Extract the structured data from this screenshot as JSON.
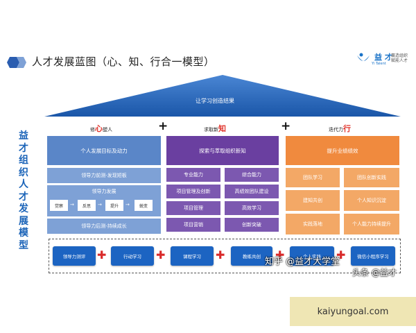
{
  "title": "人才发展蓝图（心、知、行合一模型）",
  "logo": {
    "name": "益 才",
    "sub": "赢造组织 赋能人才",
    "en": "Yi Talent"
  },
  "vertical_label": [
    "益",
    "才",
    "组",
    "织",
    "人",
    "才",
    "发",
    "展",
    "模",
    "型"
  ],
  "roof": "让学习创造结果",
  "pillars": [
    {
      "prefix": "修",
      "accent": "心",
      "suffix": "塑人"
    },
    {
      "prefix": "求取新",
      "accent": "知",
      "suffix": ""
    },
    {
      "prefix": "迭代力",
      "accent": "行",
      "suffix": ""
    }
  ],
  "plus": "+",
  "col1": {
    "header": "个人发展目标及动力",
    "row1": "领导力前测-发现短板",
    "dev_title": "领导力发展",
    "steps": [
      "觉察",
      "反思",
      "提升",
      "蜕变"
    ],
    "step_arrow": "→",
    "row3": "领导力后测-持续成长"
  },
  "col2": {
    "header": "探索与萃取组织新知",
    "items": [
      "专业能力",
      "综合能力",
      "项目管理及创新",
      "高绩效团队建设",
      "项目管理",
      "高效学习",
      "项目营销",
      "创新突破"
    ]
  },
  "col3": {
    "header": "提升业绩绩效",
    "items": [
      "团队学习",
      "团队创新实践",
      "建知共创",
      "个人知识沉淀",
      "实践落地",
      "个人能力持续提升"
    ]
  },
  "programs": [
    "领导力测评",
    "行动学习",
    "课程学习",
    "教练共创",
    "个人实践",
    "微信小程序学习"
  ],
  "program_plus": "✚",
  "watermark": {
    "zhihu": "知乎 @益才大学堂",
    "toutiao": "头条 @益才"
  },
  "site": "kaiyungoal.com"
}
